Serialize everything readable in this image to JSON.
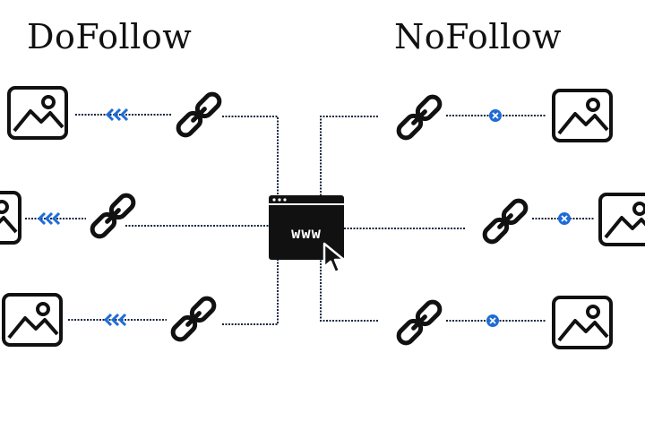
{
  "diagram": {
    "left_title": "DoFollow",
    "right_title": "NoFollow",
    "center": {
      "label": "www",
      "icon": "browser-window-icon",
      "cursor_icon": "mouse-cursor-icon"
    },
    "left_branches": [
      {
        "source_icon": "image-icon",
        "arrow_icon": "triple-chevron-left-icon",
        "link_icon": "chain-link-icon"
      },
      {
        "source_icon": "image-icon",
        "arrow_icon": "triple-chevron-left-icon",
        "link_icon": "chain-link-icon"
      },
      {
        "source_icon": "image-icon",
        "arrow_icon": "triple-chevron-left-icon",
        "link_icon": "chain-link-icon"
      }
    ],
    "right_branches": [
      {
        "link_icon": "chain-link-icon",
        "blocked_icon": "x-circle-icon",
        "target_icon": "image-icon"
      },
      {
        "link_icon": "chain-link-icon",
        "blocked_icon": "x-circle-icon",
        "target_icon": "image-icon"
      },
      {
        "link_icon": "chain-link-icon",
        "blocked_icon": "x-circle-icon",
        "target_icon": "image-icon"
      }
    ],
    "colors": {
      "ink": "#111111",
      "accent": "#1e6bd6",
      "line": "#15243d",
      "background": "#ffffff"
    }
  }
}
